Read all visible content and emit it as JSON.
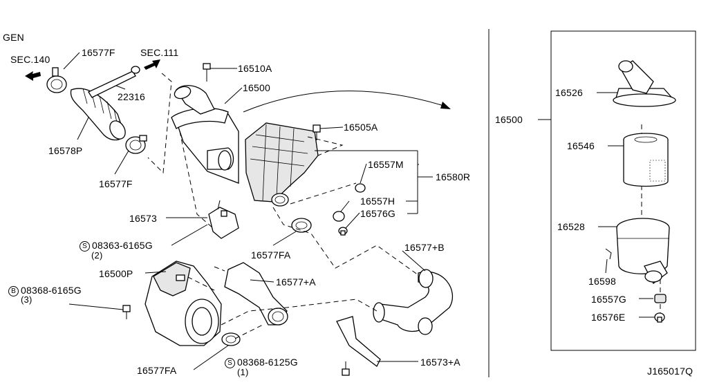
{
  "header": {
    "model_code": "GEN"
  },
  "drawing_number": "J165017Q",
  "callouts": {
    "sec_140": "SEC.140",
    "sec_111": "SEC.111",
    "p_16577F_top": "16577F",
    "p_16510A": "16510A",
    "p_16500_main": "16500",
    "p_22316": "22316",
    "p_16578P": "16578P",
    "p_16505A": "16505A",
    "p_16577F_low": "16577F",
    "p_16557M": "16557M",
    "p_16580R": "16580R",
    "p_16557H": "16557H",
    "p_16576G": "16576G",
    "p_16573": "16573",
    "p_16577FA_mid": "16577FA",
    "p_16577B": "16577+B",
    "p_16500P": "16500P",
    "p_16577A": "16577+A",
    "p_16577FA_low": "16577FA",
    "p_16573A": "16573+A",
    "bolt_1": {
      "symbol": "S",
      "code": "08363-6165G",
      "qty": "(2)"
    },
    "bolt_2": {
      "symbol": "B",
      "code": "08368-6165G",
      "qty": "(3)"
    },
    "bolt_3": {
      "symbol": "S",
      "code": "08368-6125G",
      "qty": "(1)"
    }
  },
  "exploded_view": {
    "assembly": "16500",
    "p_16526": "16526",
    "p_16546": "16546",
    "p_16528": "16528",
    "p_16598": "16598",
    "p_16557G": "16557G",
    "p_16576E": "16576E"
  }
}
